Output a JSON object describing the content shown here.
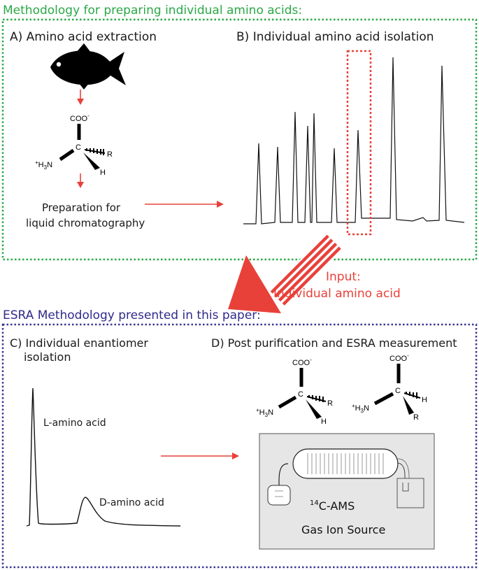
{
  "top": {
    "title": "Methodology for preparing individual amino acids:",
    "title_color": "#2aa846",
    "border_color": "#2aa846",
    "panel_a": {
      "heading": "A)  Amino acid extraction",
      "prep_line1": "Preparation for",
      "prep_line2": "liquid chromatography"
    },
    "panel_b": {
      "heading": "B)  Individual amino acid isolation"
    },
    "molecule": {
      "carboxyl": "COO",
      "charge": "-",
      "center": "C",
      "amine_sup": "+",
      "amine_h": "H",
      "amine_sub": "3",
      "amine_n": "N",
      "r": "R",
      "h": "H"
    }
  },
  "transfer": {
    "input_line1": "Input:",
    "input_line2": "Individual amino acid",
    "color": "#e8413a"
  },
  "bottom": {
    "title": "ESRA Methodology presented in this paper:",
    "title_color": "#2e2a8c",
    "border_color": "#3a3592",
    "panel_c": {
      "heading_line1": "C) Individual enantiomer",
      "heading_line2": "isolation",
      "l_label": "L-amino acid",
      "d_label": "D-amino acid"
    },
    "panel_d": {
      "heading": "D) Post purification and ESRA measurement",
      "ams_sup": "14",
      "ams_label": "C-AMS",
      "source_label": "Gas Ion Source"
    }
  },
  "arrow_color": "#e8413a",
  "box_fill": "#e6e6e6"
}
